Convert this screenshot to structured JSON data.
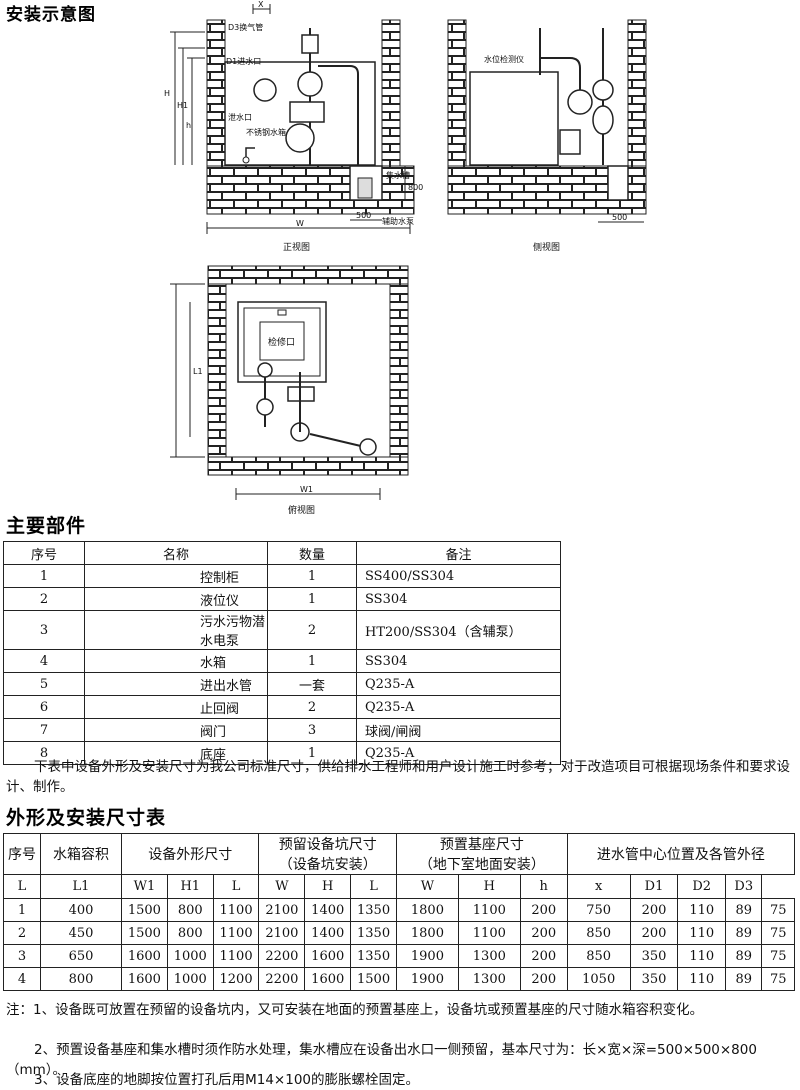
{
  "sections": {
    "install_title": "安装示意图",
    "parts_title": "主要部件",
    "dims_title": "外形及安装尺寸表"
  },
  "drawings": {
    "front": {
      "caption": "正视图",
      "labels": {
        "x": "X",
        "vent": "D3换气管",
        "inlet": "D1进水口",
        "overflow": "泄水口",
        "tank": "不锈钢水箱",
        "sump": "集水槽",
        "aux_pump": "辅助水泵",
        "h1": "H",
        "h2": "H1",
        "h3": "h",
        "w": "W",
        "dim500": "500",
        "dim800": "800"
      }
    },
    "side": {
      "caption": "侧视图",
      "labels": {
        "level": "水位检测仪",
        "dim500": "500"
      }
    },
    "top": {
      "caption": "俯视图",
      "labels": {
        "hatch": "检修口",
        "l1": "L1",
        "w1": "W1"
      }
    }
  },
  "parts": {
    "headers": [
      "序号",
      "名称",
      "数量",
      "备注"
    ],
    "rows": [
      [
        "1",
        "控制柜",
        "1",
        "SS400/SS304"
      ],
      [
        "2",
        "液位仪",
        "1",
        "SS304"
      ],
      [
        "3",
        "污水污物潜水电泵",
        "2",
        "HT200/SS304（含辅泵）"
      ],
      [
        "4",
        "水箱",
        "1",
        "SS304"
      ],
      [
        "5",
        "进出水管",
        "一套",
        "Q235-A"
      ],
      [
        "6",
        "止回阀",
        "2",
        "Q235-A"
      ],
      [
        "7",
        "阀门",
        "3",
        "球阀/闸阀"
      ],
      [
        "8",
        "底座",
        "1",
        "Q235-A"
      ]
    ],
    "note": "下表中设备外形及安装尺寸为我公司标准尺寸，供给排水工程师和用户设计施工时参考；对于改造项目可根据现场条件和要求设计、制作。"
  },
  "dims": {
    "group_headers": {
      "no": "序号",
      "tank": "水箱容积",
      "outline": "设备外形尺寸",
      "pit_line1": "预留设备坑尺寸",
      "pit_line2": "（设备坑安装）",
      "base_line1": "预置基座尺寸",
      "base_line2": "（地下室地面安装）",
      "pipes": "进水管中心位置及各管外径"
    },
    "sub_headers": [
      "L",
      "L1",
      "W1",
      "H1",
      "L",
      "W",
      "H",
      "L",
      "W",
      "H",
      "h",
      "x",
      "D1",
      "D2",
      "D3"
    ],
    "rows": [
      [
        "1",
        "400",
        "1500",
        "800",
        "1100",
        "2100",
        "1400",
        "1350",
        "1800",
        "1100",
        "200",
        "750",
        "200",
        "110",
        "89",
        "75"
      ],
      [
        "2",
        "450",
        "1500",
        "800",
        "1100",
        "2100",
        "1400",
        "1350",
        "1800",
        "1100",
        "200",
        "850",
        "200",
        "110",
        "89",
        "75"
      ],
      [
        "3",
        "650",
        "1600",
        "1000",
        "1100",
        "2200",
        "1600",
        "1350",
        "1900",
        "1300",
        "200",
        "850",
        "350",
        "110",
        "89",
        "75"
      ],
      [
        "4",
        "800",
        "1600",
        "1000",
        "1200",
        "2200",
        "1600",
        "1500",
        "1900",
        "1300",
        "200",
        "1050",
        "350",
        "110",
        "89",
        "75"
      ]
    ]
  },
  "notes": {
    "n1": "注：1、设备既可放置在预留的设备坑内，又可安装在地面的预置基座上，设备坑或预置基座的尺寸随水箱容积变化。",
    "n2": "2、预置设备基座和集水槽时须作防水处理，集水槽应在设备出水口一侧预留，基本尺寸为：长×宽×深=500×500×800（mm）。",
    "n3": "3、设备底座的地脚按位置打孔后用M14×100的膨胀螺栓固定。"
  }
}
